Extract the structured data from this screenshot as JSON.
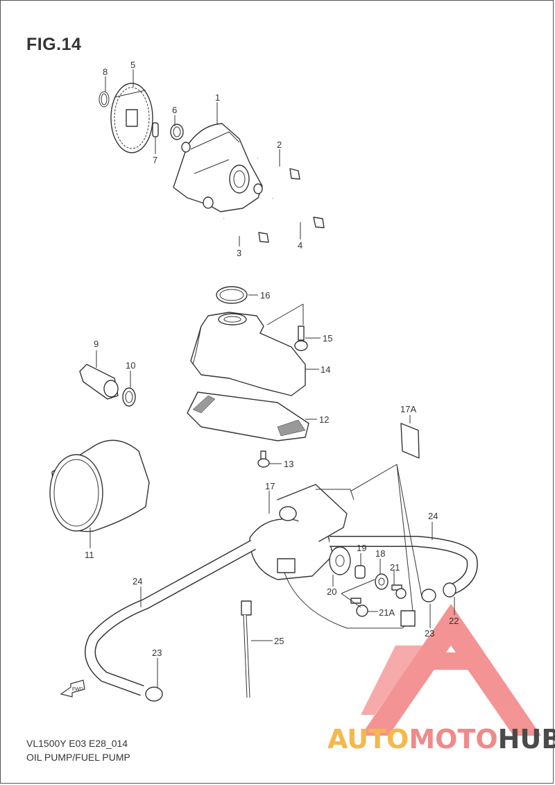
{
  "figure_title": "FIG.14",
  "footer": {
    "model_code": "VL1500Y E03 E28_014",
    "section_name": "OIL PUMP/FUEL PUMP"
  },
  "watermark": {
    "part1": "AUTO",
    "part2": "MOTO",
    "part3": "HUB",
    "logo": "triangle-a-logo"
  },
  "fwd_arrow_label": "FWD",
  "callouts": {
    "c1": "1",
    "c2": "2",
    "c3": "3",
    "c4": "4",
    "c5": "5",
    "c6": "6",
    "c7": "7",
    "c8": "8",
    "c9": "9",
    "c10": "10",
    "c11": "11",
    "c12": "12",
    "c13": "13",
    "c14": "14",
    "c15": "15",
    "c16": "16",
    "c17": "17",
    "c17a": "17A",
    "c18": "18",
    "c19": "19",
    "c20": "20",
    "c21": "21",
    "c21a": "21A",
    "c22": "22",
    "c23a": "23",
    "c23b": "23",
    "c24a": "24",
    "c24b": "24",
    "c25": "25"
  },
  "colors": {
    "line": "#333333",
    "logo_red": "#f07070",
    "logo_orange": "#f5b84a",
    "logo_dark": "#4a4a4a"
  }
}
